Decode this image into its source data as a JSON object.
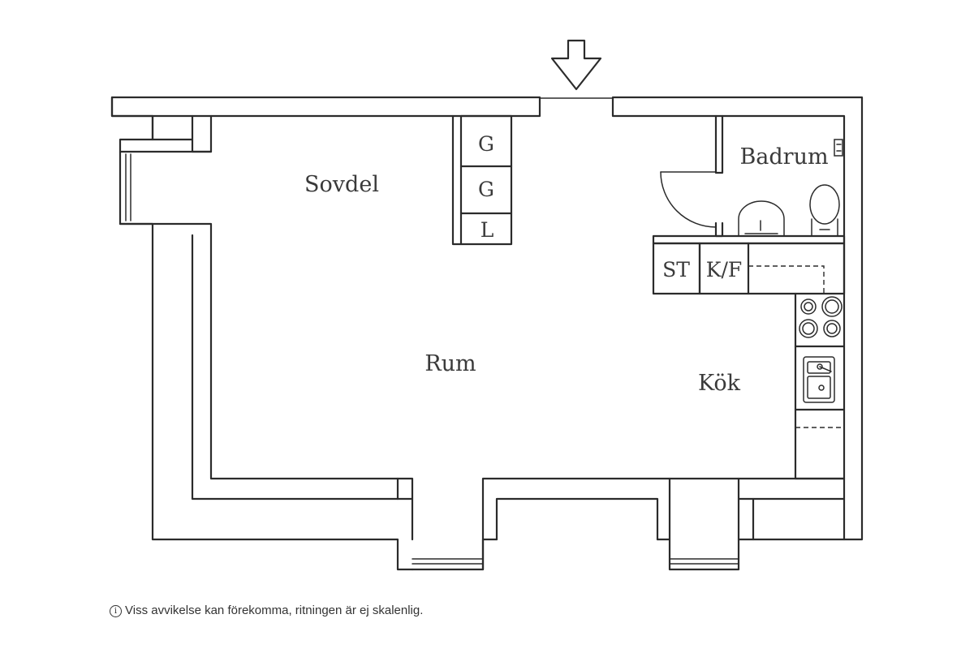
{
  "rooms": {
    "sovdel": "Sovdel",
    "rum": "Rum",
    "kok": "Kök",
    "badrum": "Badrum"
  },
  "storage": {
    "wardrobe_1": "G",
    "wardrobe_2": "G",
    "linen": "L",
    "cabinet_st": "ST",
    "fridge_freezer": "K/F"
  },
  "footer": {
    "info_glyph": "i",
    "disclaimer": "Viss avvikelse kan förekomma, ritningen är ej skalenlig."
  },
  "icons": {
    "entrance": "entrance-arrow-icon",
    "info": "info-circle-icon"
  }
}
